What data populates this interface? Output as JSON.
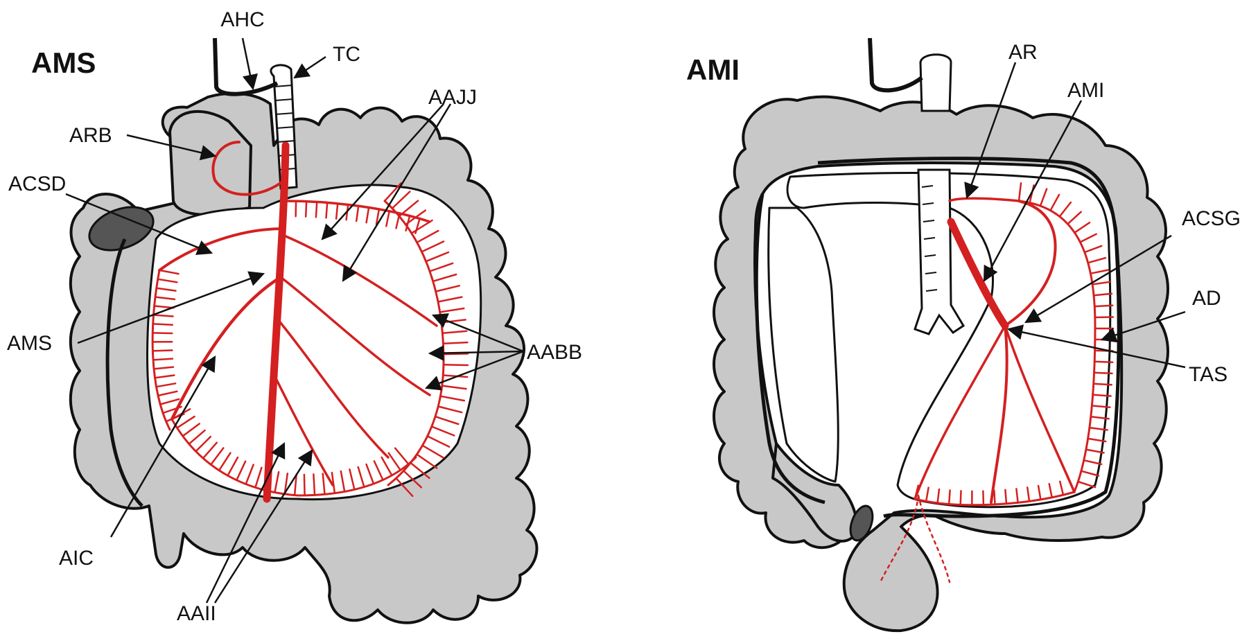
{
  "left_panel": {
    "title": "AMS",
    "labels": {
      "ahc": "AHC",
      "tc": "TC",
      "arb": "ARB",
      "acsd": "ACSD",
      "aajj": "AAJJ",
      "ams": "AMS",
      "aabb": "AABB",
      "aic": "AIC",
      "aaii": "AAII"
    }
  },
  "right_panel": {
    "title": "AMI",
    "labels": {
      "ar": "AR",
      "ami": "AMI",
      "acsg": "ACSG",
      "ad": "AD",
      "tas": "TAS"
    }
  },
  "colors": {
    "artery": "#d42020",
    "bowel": "#c8c8c8",
    "outline": "#111111",
    "mesentery": "#ffffff"
  }
}
